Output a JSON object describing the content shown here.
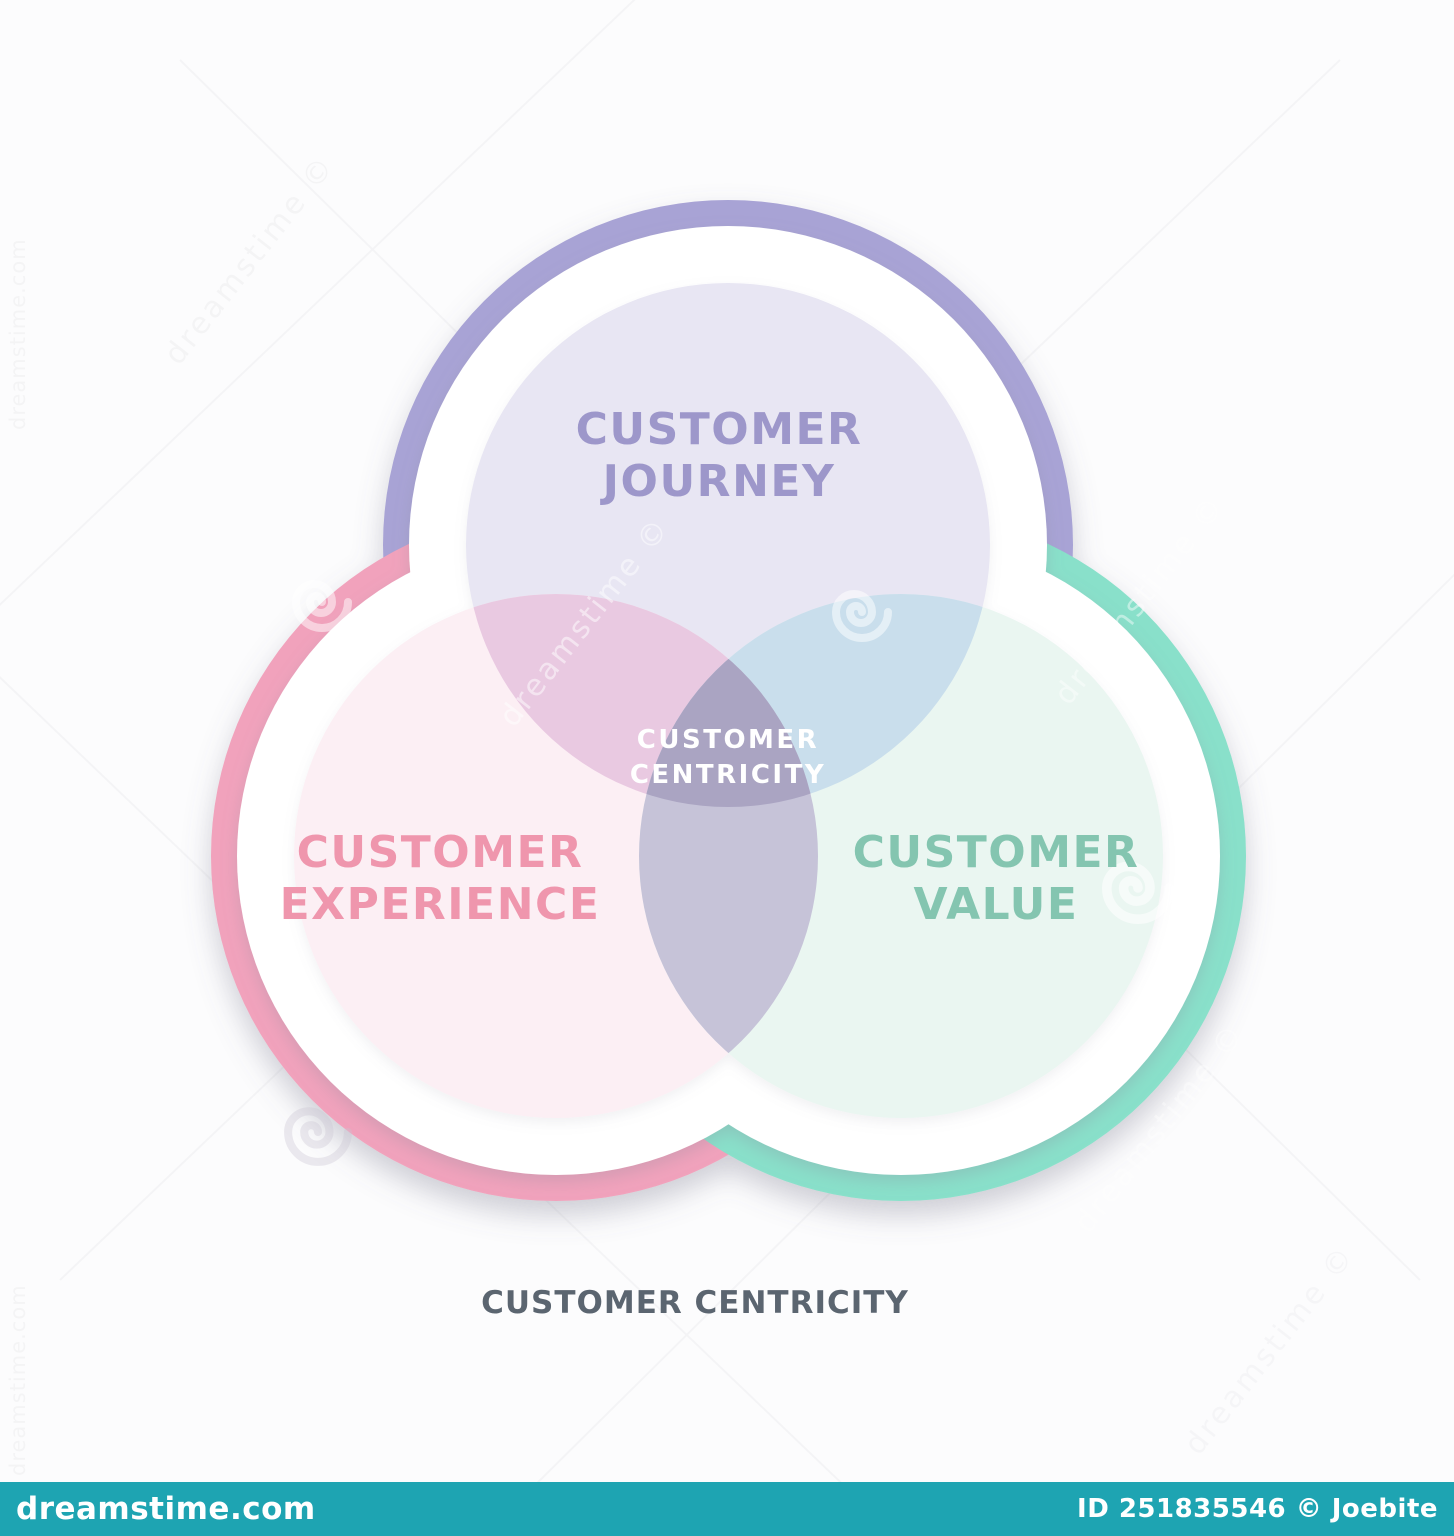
{
  "diagram": {
    "title": "CUSTOMER CENTRICITY",
    "title_color": "#5b6570",
    "circles": [
      {
        "name": "customer-journey",
        "label_line1": "CUSTOMER",
        "label_line2": "JOURNEY",
        "ring_color": "#a8a3d5",
        "fill_color": "#e8e6f3",
        "text_color": "#9d97ca"
      },
      {
        "name": "customer-experience",
        "label_line1": "CUSTOMER",
        "label_line2": "EXPERIENCE",
        "ring_color": "#f1a2bc",
        "fill_color": "#fceff4",
        "text_color": "#ef96ad"
      },
      {
        "name": "customer-value",
        "label_line1": "CUSTOMER",
        "label_line2": "VALUE",
        "ring_color": "#89e0ca",
        "fill_color": "#eaf6f1",
        "text_color": "#84c5b0"
      }
    ],
    "overlaps": {
      "journey_experience": "#e9c9e1",
      "journey_value": "#c9deec",
      "experience_value": "#c6c3d8",
      "center": "#aaa4c2"
    },
    "center_label": {
      "line1": "CUSTOMER",
      "line2": "CENTRICITY",
      "text_color": "#ffffff"
    }
  },
  "watermark": {
    "diagonal_text": "dreamstime ©",
    "vertical_text": "dreamstime.com",
    "footer": {
      "site": "dreamstime.com",
      "credit": "ID 251835546 © Joebite",
      "bar_color": "#1ea4b2"
    }
  }
}
